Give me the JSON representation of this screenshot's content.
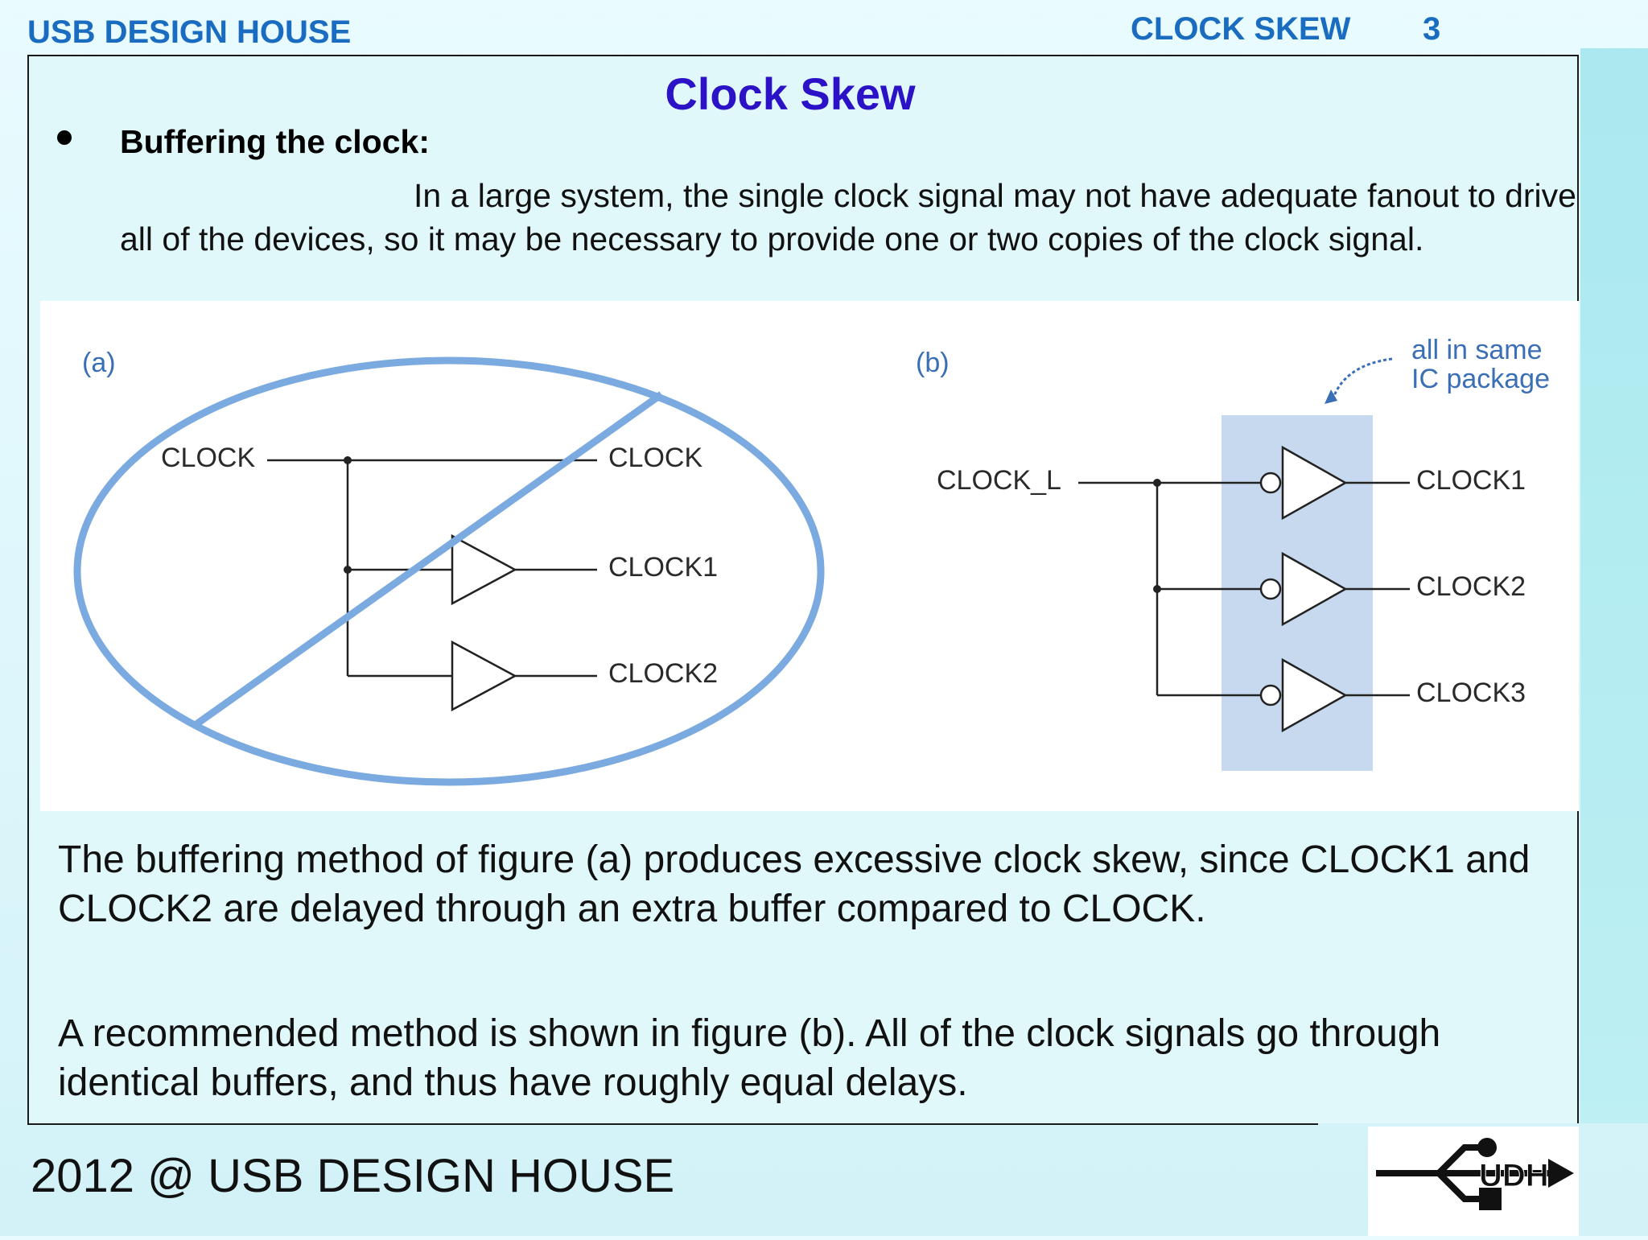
{
  "header": {
    "org": "USB DESIGN HOUSE",
    "topic": "CLOCK SKEW",
    "page_number": "3"
  },
  "slide": {
    "title": "Clock Skew",
    "bullet_heading": "Buffering the clock:",
    "intro": "In a large system, the single clock signal may not have adequate fanout to drive all of the devices, so it may be necessary to provide one or two copies of the clock signal."
  },
  "figure": {
    "a": {
      "panel_label": "(a)",
      "input": "CLOCK",
      "outputs": [
        "CLOCK",
        "CLOCK1",
        "CLOCK2"
      ]
    },
    "b": {
      "panel_label": "(b)",
      "input": "CLOCK_L",
      "outputs": [
        "CLOCK1",
        "CLOCK2",
        "CLOCK3"
      ],
      "package_note_line1": "all in same",
      "package_note_line2": "IC package"
    },
    "colors": {
      "prohibition": "#7aaadf",
      "package_box": "#c7d9ef",
      "label_blue": "#3a6fb6"
    }
  },
  "body": {
    "paragraph_a": " The buffering method of figure (a) produces excessive clock skew, since CLOCK1 and CLOCK2 are delayed through an extra buffer compared to CLOCK.",
    "paragraph_b": " A recommended method is shown in figure (b). All of the clock signals go through identical buffers, and thus have roughly equal delays."
  },
  "footer": {
    "text": "2012 @ USB DESIGN HOUSE",
    "logo_icon": "usb-design-house-logo-icon",
    "logo_lettering": "UDH"
  }
}
